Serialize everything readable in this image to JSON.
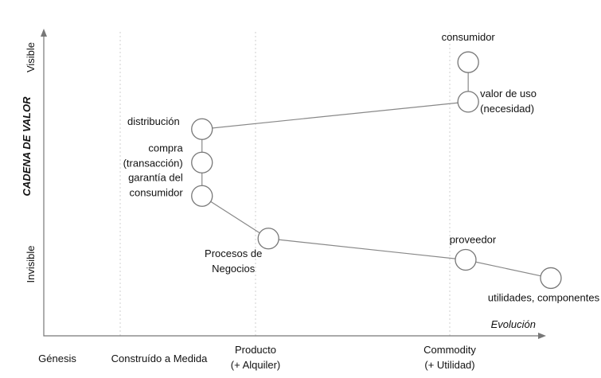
{
  "axes": {
    "y_title": "CADENA DE VALOR",
    "y_top": "Visible",
    "y_bottom": "Invisible",
    "x_title": "Evolución",
    "stages": [
      [
        "Génesis"
      ],
      [
        "Construído a Medida"
      ],
      [
        "Producto",
        "(+ Alquiler)"
      ],
      [
        "Commodity",
        "(+ Utilidad)"
      ]
    ]
  },
  "nodes": [
    {
      "id": "consumidor",
      "lines": [
        "consumidor"
      ],
      "evolution": 0.837,
      "visibility": 0.9
    },
    {
      "id": "valor_uso",
      "lines": [
        "valor de uso",
        "(necesidad)"
      ],
      "evolution": 0.837,
      "visibility": 0.77
    },
    {
      "id": "distribucion",
      "lines": [
        "distribución"
      ],
      "evolution": 0.312,
      "visibility": 0.68
    },
    {
      "id": "compra",
      "lines": [
        "compra",
        "(transacción)"
      ],
      "evolution": 0.312,
      "visibility": 0.57
    },
    {
      "id": "garantia",
      "lines": [
        "garantía del",
        "consumidor"
      ],
      "evolution": 0.312,
      "visibility": 0.46
    },
    {
      "id": "procesos",
      "lines": [
        "Procesos de",
        "Negocios"
      ],
      "evolution": 0.443,
      "visibility": 0.32
    },
    {
      "id": "proveedor",
      "lines": [
        "proveedor"
      ],
      "evolution": 0.832,
      "visibility": 0.25
    },
    {
      "id": "utilidades",
      "lines": [
        "utilidades, componentes"
      ],
      "evolution": 1.0,
      "visibility": 0.19
    }
  ],
  "links": [
    [
      "consumidor",
      "valor_uso"
    ],
    [
      "valor_uso",
      "distribucion"
    ],
    [
      "distribucion",
      "compra"
    ],
    [
      "compra",
      "garantia"
    ],
    [
      "garantia",
      "procesos"
    ],
    [
      "procesos",
      "proveedor"
    ],
    [
      "proveedor",
      "utilidades"
    ]
  ]
}
